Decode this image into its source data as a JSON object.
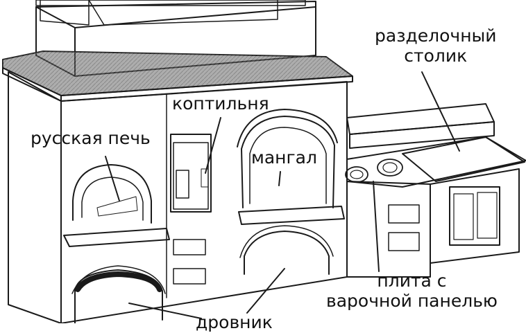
{
  "labels": {
    "russian_stove": "русская печь",
    "smokehouse": "коптильня",
    "grill": "мангал",
    "cutting_table_line1": "разделочный",
    "cutting_table_line2": "столик",
    "cooktop_line1": "плита с",
    "cooktop_line2": "варочной панелью",
    "woodshed": "дровник"
  },
  "colors": {
    "ink": "#1a1a1a",
    "paper": "#ffffff",
    "shade": "#9a9a9a",
    "dark_shade": "#555555"
  }
}
